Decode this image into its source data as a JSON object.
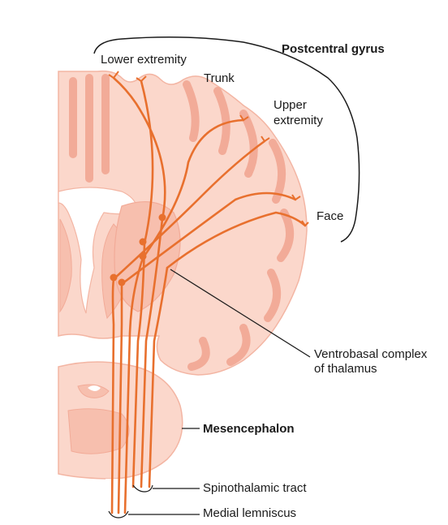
{
  "labels": {
    "postcentral_gyrus": "Postcentral gyrus",
    "lower_extremity": "Lower extremity",
    "trunk": "Trunk",
    "upper_extremity_1": "Upper",
    "upper_extremity_2": "extremity",
    "face": "Face",
    "ventrobasal_1": "Ventrobasal complex",
    "ventrobasal_2": "of thalamus",
    "mesencephalon": "Mesencephalon",
    "spinothalamic_tract": "Spinothalamic tract",
    "medial_lemniscus": "Medial lemniscus"
  },
  "colors": {
    "tissue_light": "#fbd7cb",
    "tissue_mid": "#f7bfae",
    "tissue_dark": "#f2ab98",
    "fiber": "#e8702e",
    "text": "#1a1a1a",
    "leader": "#1a1a1a"
  }
}
